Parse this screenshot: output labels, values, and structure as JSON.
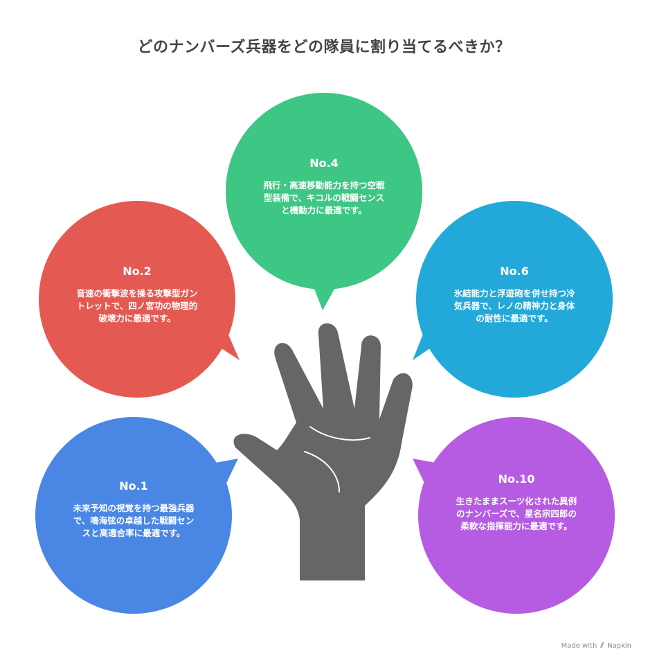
{
  "title": "どのナンバーズ兵器をどの隊員に割り当てるべきか？",
  "bubbles": [
    {
      "id": "no4",
      "label": "No.4",
      "text": "飛行・高速移動能力を持つ空戦型装備で、キコルの戦闘センスと機動力に最適です。",
      "color": "#3ec685"
    },
    {
      "id": "no2",
      "label": "No.2",
      "text": "音速の衝撃波を操る攻撃型ガントレットで、四ノ宮功の物理的破壊力に最適です。",
      "color": "#e45a53"
    },
    {
      "id": "no6",
      "label": "No.6",
      "text": "氷結能力と浮遊砲を併せ持つ冷気兵器で、レノの精神力と身体の耐性に最適です。",
      "color": "#22a9da"
    },
    {
      "id": "no1",
      "label": "No.1",
      "text": "未来予知の視覚を持つ最強兵器で、鳴海弦の卓越した戦闘センスと高適合率に最適です。",
      "color": "#4a86e4"
    },
    {
      "id": "no10",
      "label": "No.10",
      "text": "生きたままスーツ化された異例のナンバーズで、星名宗四郎の柔軟な指揮能力に最適です。",
      "color": "#b65ce2"
    }
  ],
  "icons": {
    "center": "hand-icon",
    "footer": "napkin-logo-icon"
  },
  "hand_color": "#666666",
  "footer": {
    "made_with": "Made with",
    "brand": "Napkin"
  }
}
